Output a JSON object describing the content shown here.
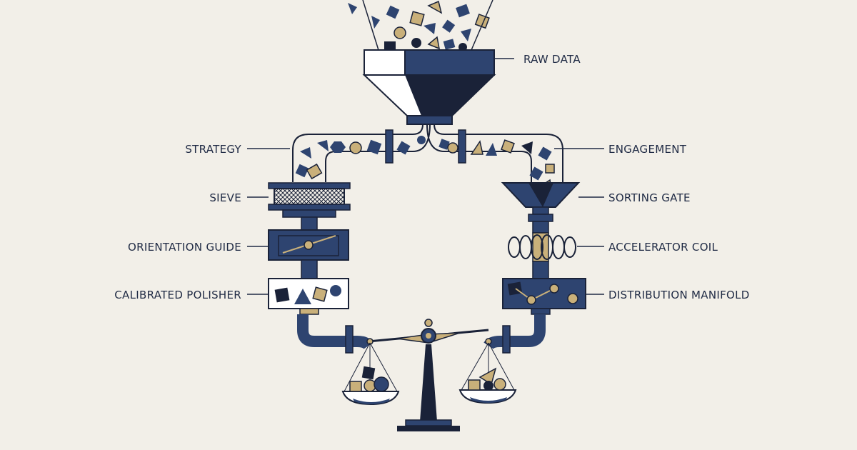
{
  "labels": {
    "raw_data": "RAW DATA",
    "strategy": "STRATEGY",
    "engagement": "ENGAGEMENT",
    "sieve": "SIEVE",
    "sorting_gate": "SORTING GATE",
    "orientation_guide": "ORIENTATION GUIDE",
    "accelerator_coil": "ACCELERATOR COIL",
    "calibrated_polisher": "CALIBRATED POLISHER",
    "distribution_manifold": "DISTRIBUTION MANIFOLD"
  },
  "colors": {
    "background": "#f2efe8",
    "navy": "#2e4470",
    "dark_navy": "#1a2238",
    "tan": "#c9b07a",
    "line": "#1f2a44"
  },
  "icons": [
    "funnel-icon",
    "pipe-icon",
    "sieve-icon",
    "gate-icon",
    "coil-icon",
    "scale-icon"
  ]
}
